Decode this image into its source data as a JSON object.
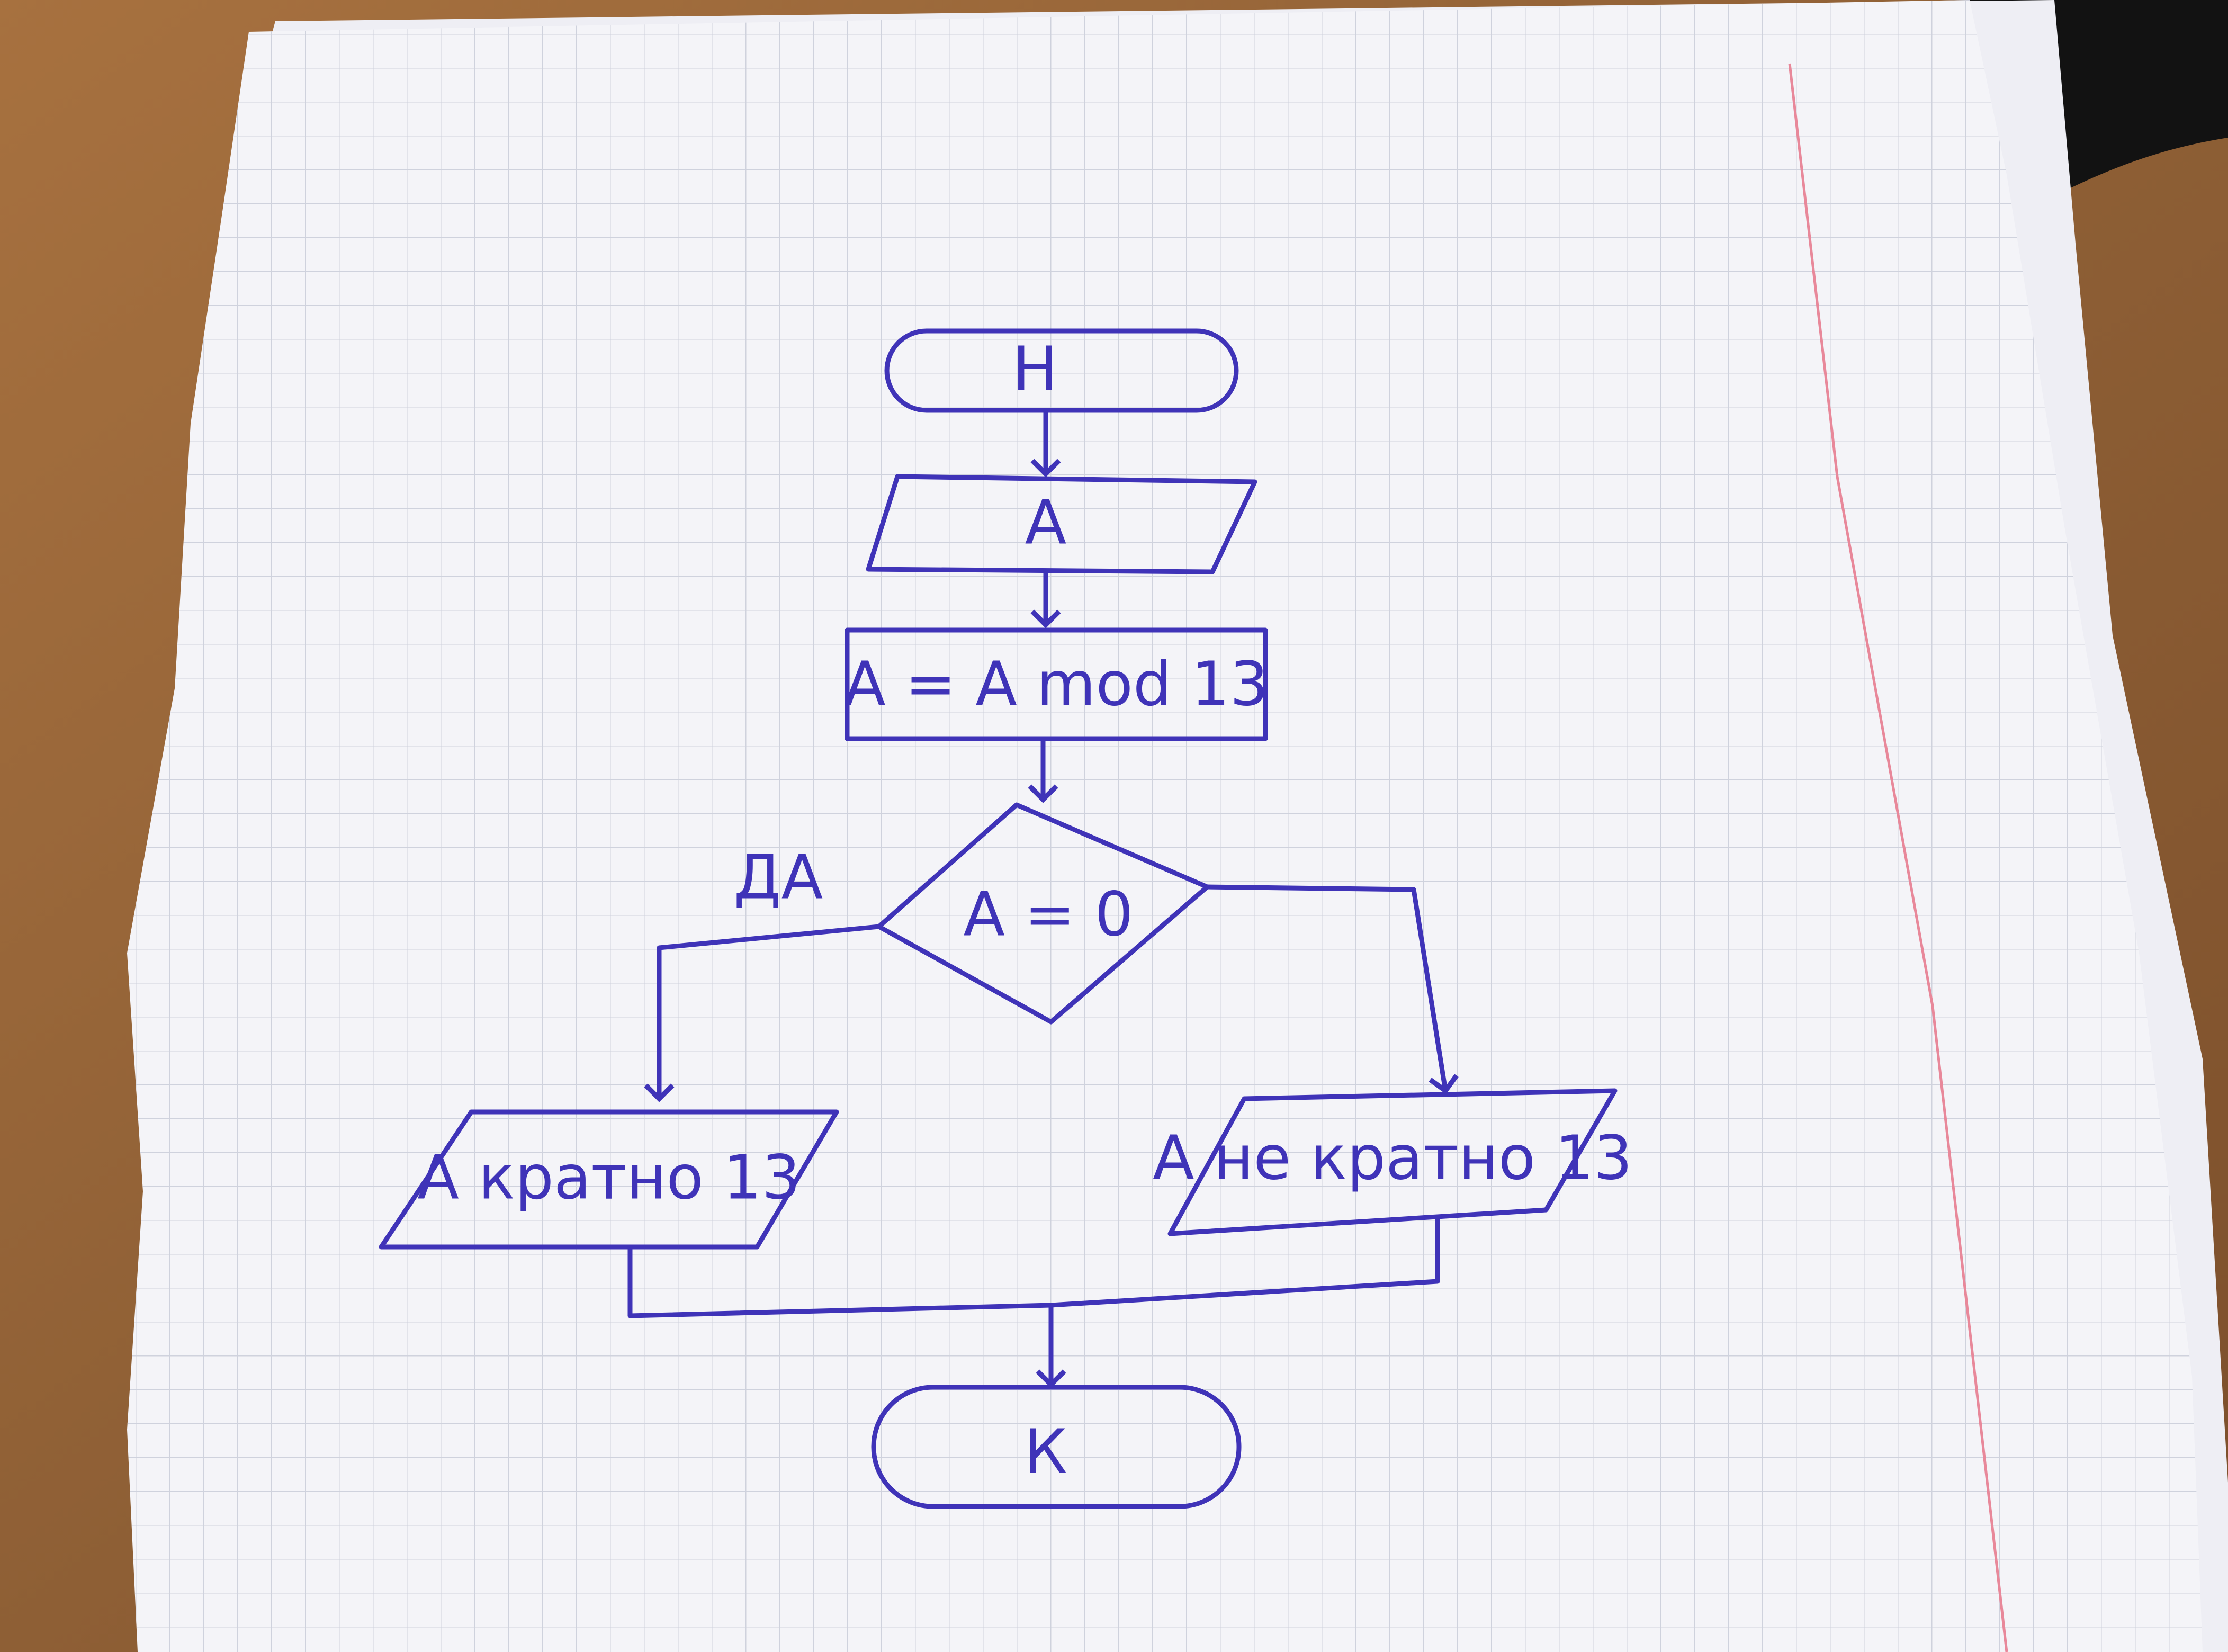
{
  "colors": {
    "ink": "#3f33b8",
    "paper": "#f4f4f8",
    "grid": "#c8ccd8",
    "margin_line": "#e8889a",
    "table_wood": "#9a6738",
    "dark_cloth": "#121212"
  },
  "flowchart": {
    "start_label": "Н",
    "input_label": "А",
    "process_label": "А = А mod 13",
    "decision_label": "А = 0",
    "yes_label": "ДА",
    "output_yes_label": "А кратно 13",
    "output_no_label": "А не кратно 13",
    "end_label": "К"
  }
}
